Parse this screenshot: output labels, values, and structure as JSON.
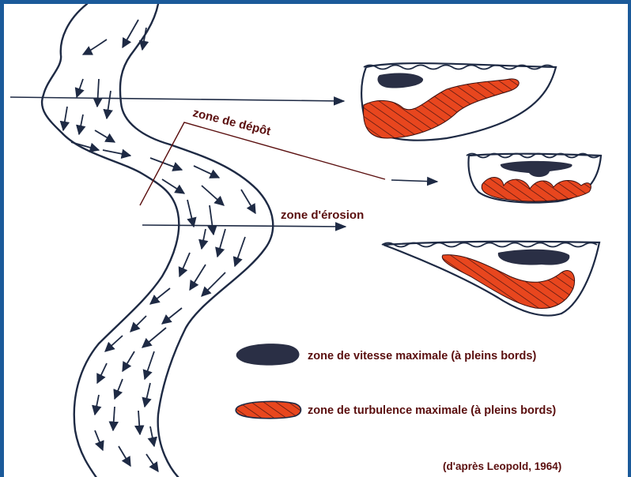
{
  "labels": {
    "deposit_zone": "zone de dépôt",
    "erosion_zone": "zone d'érosion",
    "legend_velocity": "zone de vitesse maximale (à pleins bords)",
    "legend_turbulence": "zone de turbulence maximale (à pleins bords)",
    "citation": "(d'après Leopold, 1964)"
  },
  "colors": {
    "frame": "#1b5a9a",
    "ink": "#1e2a44",
    "velocity_zone": "#2a2f45",
    "turbulence_zone": "#e8461e",
    "label_text": "#5a0e0e"
  },
  "icons": {
    "velocity": "dark-blob",
    "turbulence": "hatched-red-blob"
  }
}
